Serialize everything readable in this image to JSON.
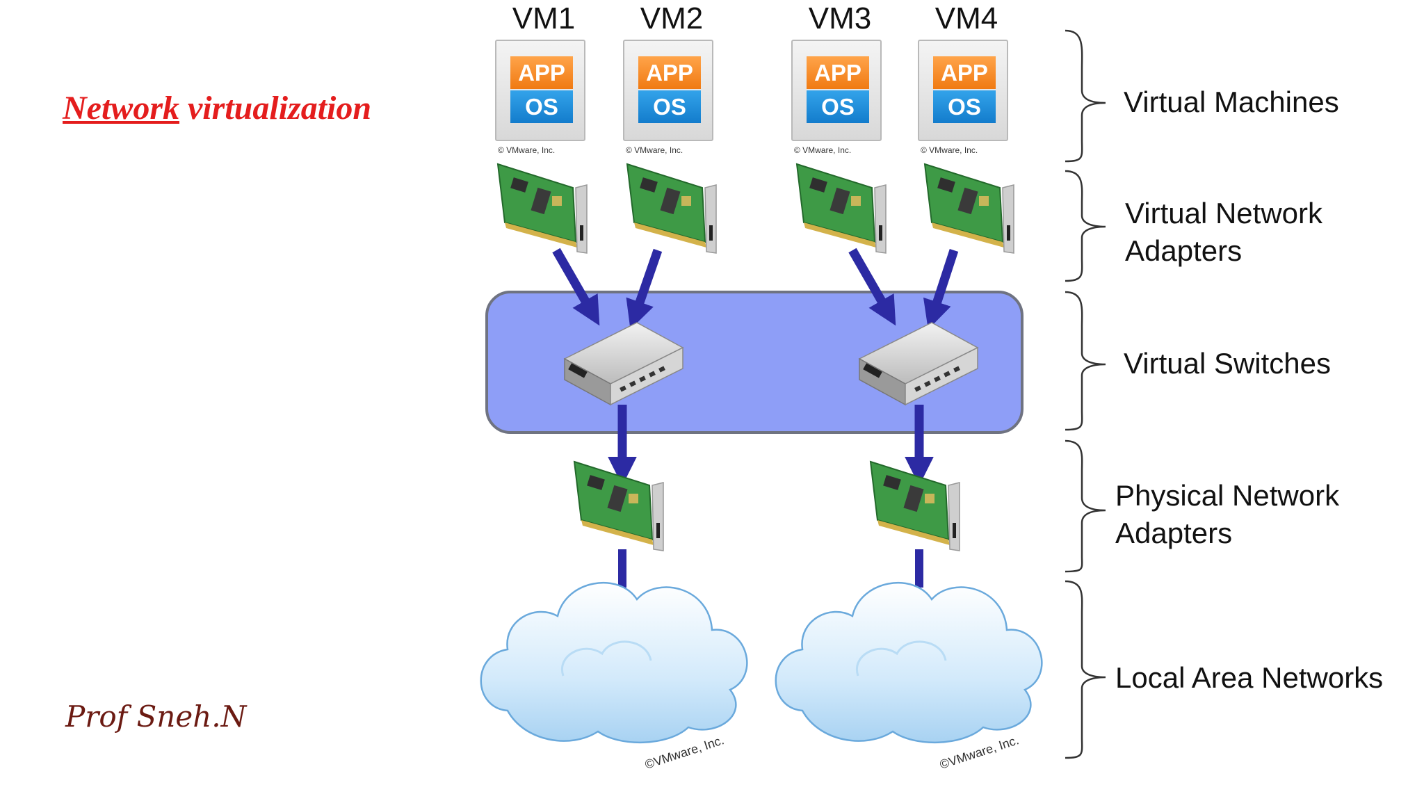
{
  "title": {
    "underlined": "Network",
    "rest": " virtualization"
  },
  "author": "Prof Sneh.N",
  "vms": [
    {
      "name": "VM1",
      "app": "APP",
      "os": "OS",
      "copyright": "© VMware, Inc."
    },
    {
      "name": "VM2",
      "app": "APP",
      "os": "OS",
      "copyright": "© VMware, Inc."
    },
    {
      "name": "VM3",
      "app": "APP",
      "os": "OS",
      "copyright": "© VMware, Inc."
    },
    {
      "name": "VM4",
      "app": "APP",
      "os": "OS",
      "copyright": "© VMware, Inc."
    }
  ],
  "layers": {
    "virtual_machines": "Virtual Machines",
    "virtual_network_adapters": [
      "Virtual Network",
      "Adapters"
    ],
    "virtual_switches": "Virtual Switches",
    "physical_network_adapters": [
      "Physical Network",
      "Adapters"
    ],
    "local_area_networks": "Local Area Networks"
  },
  "cloud_copyright": "©VMware, Inc.",
  "colors": {
    "title": "#e41d1d",
    "author": "#6b1a12",
    "switch_band": "#8e9ef7",
    "arrow": "#2c2aa3",
    "app": "#f58a24",
    "os": "#1b8ad8"
  }
}
